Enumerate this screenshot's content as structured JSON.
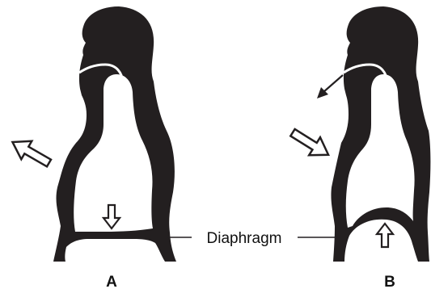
{
  "figure": {
    "panel_a_label": "A",
    "panel_b_label": "B",
    "diaphragm_label": "Diaphragm",
    "colors": {
      "silhouette": "#231f20",
      "airway": "#ffffff",
      "arrow_stroke": "#231f20",
      "arrow_fill": "#ffffff"
    },
    "icons": {
      "panel_a_chest_arrow": "hollow-arrow-up-left",
      "panel_a_diaphragm_arrow": "hollow-arrow-down",
      "panel_b_chest_arrow": "hollow-arrow-down-right",
      "panel_b_diaphragm_arrow": "hollow-arrow-up",
      "panel_b_nose_arrow": "solid-arrow-down-left"
    }
  }
}
